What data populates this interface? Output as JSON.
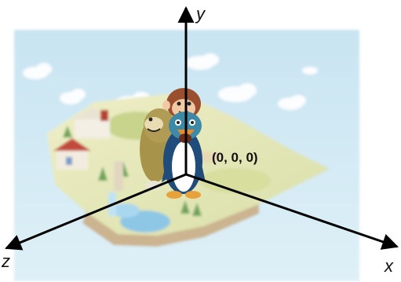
{
  "diagram": {
    "axes": {
      "x": {
        "label": "x"
      },
      "y": {
        "label": "y"
      },
      "z": {
        "label": "z"
      }
    },
    "origin_label": "(0, 0, 0)"
  },
  "scene": {
    "description_icons": [
      "island-scene",
      "house-icon",
      "tree-icon",
      "pond-icon",
      "cloud-icon"
    ],
    "characters": [
      "monkey",
      "seal",
      "penguin"
    ]
  },
  "colors": {
    "sky": "#cfe8f3",
    "island": "#e8e6b8",
    "axis": "#000000"
  }
}
